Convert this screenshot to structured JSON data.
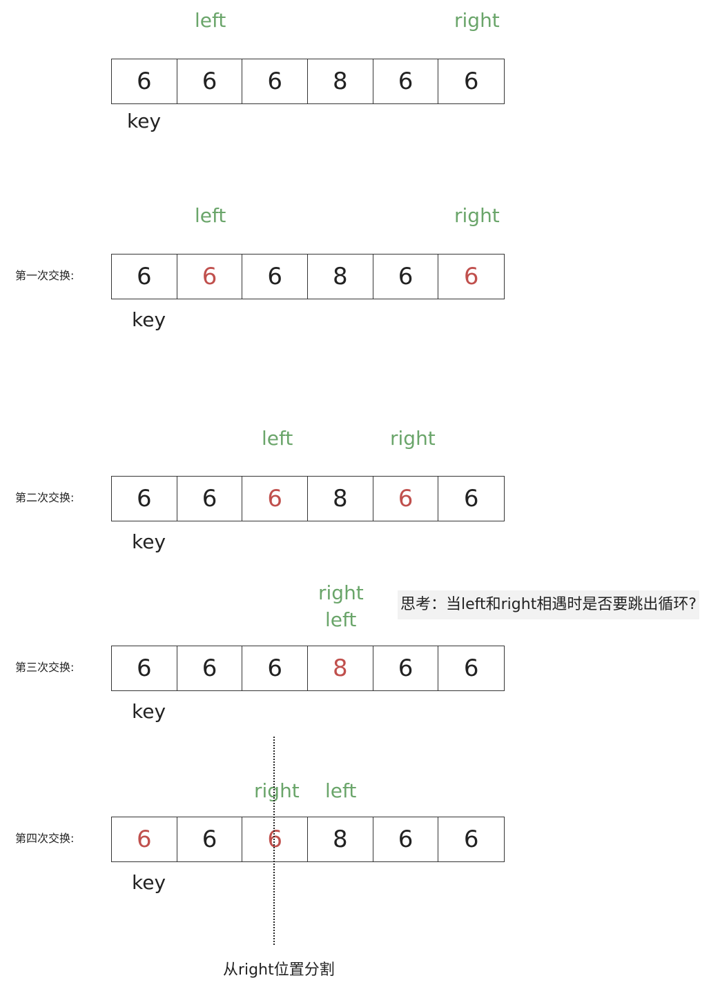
{
  "colors": {
    "pointer": "#6aa56a",
    "highlight": "#c0504d",
    "text": "#222222"
  },
  "rows": [
    {
      "label": "",
      "pointers": [
        {
          "text": "left",
          "at": 1
        },
        {
          "text": "right",
          "at": 5
        }
      ],
      "cells": [
        {
          "value": "6",
          "hl": false
        },
        {
          "value": "6",
          "hl": false
        },
        {
          "value": "6",
          "hl": false
        },
        {
          "value": "8",
          "hl": false
        },
        {
          "value": "6",
          "hl": false
        },
        {
          "value": "6",
          "hl": false
        }
      ],
      "key": "key"
    },
    {
      "label": "第一次交换:",
      "pointers": [
        {
          "text": "left",
          "at": 1
        },
        {
          "text": "right",
          "at": 5
        }
      ],
      "cells": [
        {
          "value": "6",
          "hl": false
        },
        {
          "value": "6",
          "hl": true
        },
        {
          "value": "6",
          "hl": false
        },
        {
          "value": "8",
          "hl": false
        },
        {
          "value": "6",
          "hl": false
        },
        {
          "value": "6",
          "hl": true
        }
      ],
      "key": "key"
    },
    {
      "label": "第二次交换:",
      "pointers": [
        {
          "text": "left",
          "at": 2
        },
        {
          "text": "right",
          "at": 4
        }
      ],
      "cells": [
        {
          "value": "6",
          "hl": false
        },
        {
          "value": "6",
          "hl": false
        },
        {
          "value": "6",
          "hl": true
        },
        {
          "value": "8",
          "hl": false
        },
        {
          "value": "6",
          "hl": true
        },
        {
          "value": "6",
          "hl": false
        }
      ],
      "key": "key"
    },
    {
      "label": "第三次交换:",
      "pointers": [
        {
          "text": "right",
          "at": 3
        },
        {
          "text": "left",
          "at": 3
        }
      ],
      "cells": [
        {
          "value": "6",
          "hl": false
        },
        {
          "value": "6",
          "hl": false
        },
        {
          "value": "6",
          "hl": false
        },
        {
          "value": "8",
          "hl": true
        },
        {
          "value": "6",
          "hl": false
        },
        {
          "value": "6",
          "hl": false
        }
      ],
      "key": "key",
      "note": "思考：当left和right相遇时是否要跳出循环?"
    },
    {
      "label": "第四次交换:",
      "pointers": [
        {
          "text": "right",
          "at": 2
        },
        {
          "text": "left",
          "at": 3
        }
      ],
      "cells": [
        {
          "value": "6",
          "hl": true
        },
        {
          "value": "6",
          "hl": false
        },
        {
          "value": "6",
          "hl": true
        },
        {
          "value": "8",
          "hl": false
        },
        {
          "value": "6",
          "hl": false
        },
        {
          "value": "6",
          "hl": false
        }
      ],
      "key": "key",
      "caption": "从right位置分割"
    }
  ]
}
